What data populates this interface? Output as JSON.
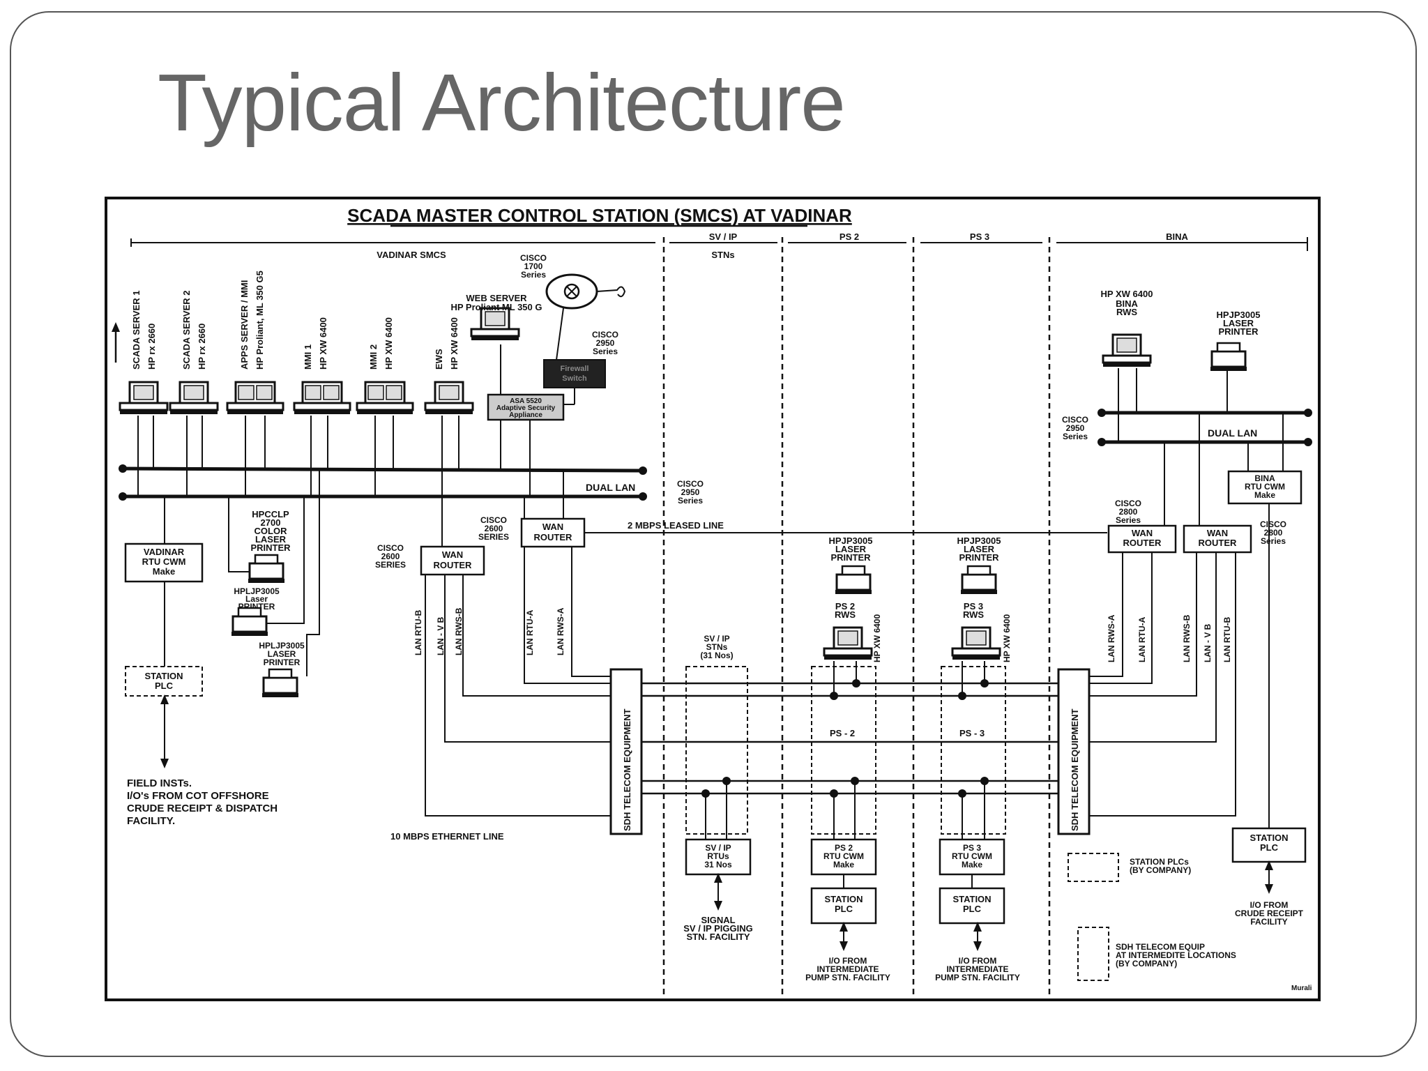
{
  "slide": {
    "title": "Typical Architecture"
  },
  "diagram": {
    "title": "SCADA MASTER CONTROL STATION (SMCS) AT VADINAR",
    "zones": {
      "vadinar": "VADINAR SMCS",
      "svip": "SV / IP",
      "svip2": "STNs",
      "ps2": "PS 2",
      "ps3": "PS 3",
      "bina": "BINA"
    },
    "servers": {
      "s1": [
        "SCADA SERVER 1",
        "HP rx 2660"
      ],
      "s2": [
        "SCADA SERVER 2",
        "HP rx 2660"
      ],
      "s3": [
        "APPS SERVER / MMI",
        "HP Proliant, ML 350 G5"
      ],
      "s4": [
        "MMI 1",
        "HP XW 6400"
      ],
      "s5": [
        "MMI 2",
        "HP XW 6400"
      ],
      "s6": [
        "EWS",
        "HP XW 6400"
      ]
    },
    "labels": {
      "cisco1700": [
        "CISCO",
        "1700",
        "Series"
      ],
      "webserver": [
        "WEB SERVER",
        "HP Proliant ML 350 G"
      ],
      "cisco2950a": [
        "CISCO",
        "2950",
        "Series"
      ],
      "firewall": [
        "Firewall",
        "Switch"
      ],
      "asa": [
        "ASA 5520",
        "Adaptive Security",
        "Appliance"
      ],
      "dual_lan": "DUAL LAN",
      "cisco2950b": [
        "CISCO",
        "2950",
        "Series"
      ],
      "hpcclp": [
        "HPCCLP",
        "2700",
        "COLOR",
        "LASER",
        "PRINTER"
      ],
      "vadinar_rtu": [
        "VADINAR",
        "RTU CWM",
        "Make"
      ],
      "hplj_a": [
        "HPLJP3005",
        "Laser",
        "PRINTER"
      ],
      "hplj_b": [
        "HPLJP3005",
        "LASER",
        "PRINTER"
      ],
      "cisco2600a": [
        "CISCO",
        "2600",
        "SERIES"
      ],
      "cisco2600b": [
        "CISCO",
        "2600",
        "SERIES"
      ],
      "wan_router": [
        "WAN",
        "ROUTER"
      ],
      "leased": "2 MBPS LEASED LINE",
      "station_plc": [
        "STATION",
        "PLC"
      ],
      "field": [
        "FIELD INSTs.",
        "I/O's FROM COT OFFSHORE",
        "CRUDE RECEIPT & DISPATCH",
        "FACILITY."
      ],
      "ethernet": "10 MBPS ETHERNET LINE",
      "sdh": "SDH TELECOM EQUIPMENT",
      "svip_stns": [
        "SV / IP",
        "STNs",
        "(31 Nos)"
      ],
      "svip_rtu": [
        "SV / IP",
        "RTUs",
        "31 Nos"
      ],
      "signal": [
        "SIGNAL",
        "SV / IP PIGGING",
        "STN. FACILITY"
      ],
      "ps_printer": [
        "HPJP3005",
        "LASER",
        "PRINTER"
      ],
      "ps2_rws": [
        "PS 2",
        "RWS"
      ],
      "ps3_rws": [
        "PS 3",
        "RWS"
      ],
      "hp_xw": "HP XW 6400",
      "ps2_label": "PS - 2",
      "ps3_label": "PS - 3",
      "ps2_rtu": [
        "PS 2",
        "RTU CWM",
        "Make"
      ],
      "ps3_rtu": [
        "PS 3",
        "RTU CWM",
        "Make"
      ],
      "io_pump": [
        "I/O FROM",
        "INTERMEDIATE",
        "PUMP STN. FACILITY"
      ],
      "bina_rws": [
        "HP XW 6400",
        "BINA",
        "RWS"
      ],
      "bina_printer": [
        "HPJP3005",
        "LASER",
        "PRINTER"
      ],
      "bina_rtu": [
        "BINA",
        "RTU CWM",
        "Make"
      ],
      "cisco2800": [
        "CISCO",
        "2800",
        "Series"
      ],
      "io_crude": [
        "I/O FROM",
        "CRUDE RECEIPT",
        "FACILITY"
      ],
      "legend_plc": [
        "STATION PLCs",
        "(BY COMPANY)"
      ],
      "legend_sdh": [
        "SDH TELECOM EQUIP",
        "AT INTERMEDITE LOCATIONS",
        "(BY COMPANY)"
      ],
      "murali": "Murali"
    },
    "lan_left": [
      "LAN RTU-B",
      "LAN - V B",
      "LAN RWS-B",
      "LAN RTU-A",
      "LAN RWS-A"
    ],
    "lan_right": [
      "LAN RWS-A",
      "LAN RTU-A",
      "LAN RWS-B",
      "LAN - V B",
      "LAN RTU-B"
    ]
  }
}
